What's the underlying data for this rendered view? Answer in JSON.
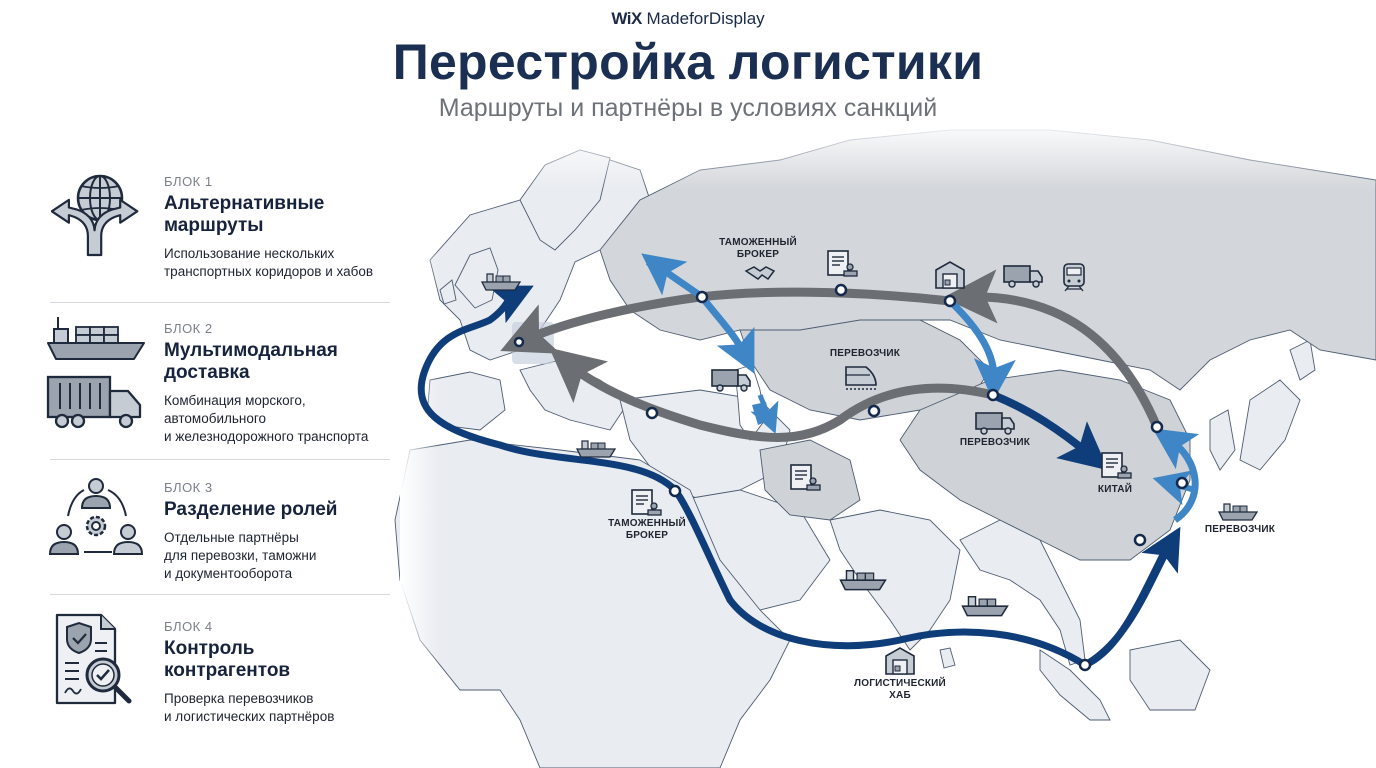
{
  "header": {
    "brand_wix": "WiX",
    "brand_rest": "MadeforDisplay",
    "title": "Перестройка логистики",
    "subtitle": "Маршруты и партнёры в условиях санкций"
  },
  "sidebar": {
    "blocks": [
      {
        "label": "БЛОК 1",
        "heading_line1": "Альтернативные",
        "heading_line2": "маршруты",
        "desc_line1": "Использование нескольких",
        "desc_line2": "транспортных коридоров и хабов",
        "icon": "globe-split-arrows-icon"
      },
      {
        "label": "БЛОК 2",
        "heading_line1": "Мультимодальная",
        "heading_line2": "доставка",
        "desc_line1": "Комбинация морского,",
        "desc_line2": "автомобильного",
        "desc_line3": "и железнодорожного транспорта",
        "icon": "ship-truck-icon"
      },
      {
        "label": "БЛОК 3",
        "heading_line1": "Разделение ролей",
        "desc_line1": "Отдельные партнёры",
        "desc_line2": "для перевозки, таможни",
        "desc_line3": "и документооборота",
        "icon": "team-roles-gear-icon"
      },
      {
        "label": "БЛОК 4",
        "heading_line1": "Контроль",
        "heading_line2": "контрагентов",
        "desc_line1": "Проверка перевозчиков",
        "desc_line2": "и логистических партнёров",
        "icon": "document-inspection-icon"
      }
    ]
  },
  "map": {
    "labels": {
      "customs_broker_north": [
        "ТАМОЖЕННЫЙ",
        "БРОКЕР"
      ],
      "carrier_central": "ПЕРЕВОЗЧИК",
      "carrier_china_west": "ПЕРЕВОЗЧИК",
      "china": "КИТАЙ",
      "carrier_sea_east": "ПЕРЕВОЗЧИК",
      "customs_broker_suez": [
        "ТАМОЖЕННЫЙ",
        "БРОКЕР"
      ],
      "logistics_hub": [
        "ЛОГИСТИЧЕСКИЙ",
        "ХАБ"
      ]
    },
    "colors": {
      "land_russia": "#d3d6da",
      "land_light": "#e9ecf0",
      "border": "#4e5d72",
      "route_gray": "#6b6e72",
      "route_dark_blue": "#0f3d7a",
      "route_light_blue": "#3f86c6",
      "title": "#1b2f53"
    },
    "routes": [
      {
        "name": "northern-land-corridor",
        "color": "gray",
        "from": "China (north)",
        "to": "Western Europe"
      },
      {
        "name": "middle-corridor",
        "color": "gray",
        "from": "Western China",
        "to": "Central Europe"
      },
      {
        "name": "sea-route-suez",
        "color": "dark-blue",
        "from": "Southeast China",
        "to": "North Sea"
      },
      {
        "name": "central-asia-china",
        "color": "dark-blue",
        "from": "Kazakhstan",
        "to": "China"
      },
      {
        "name": "st-petersburg-black-sea",
        "color": "light-blue",
        "from": "St. Petersburg",
        "to": "Black Sea"
      },
      {
        "name": "siberia-kazakhstan",
        "color": "light-blue",
        "from": "Siberia",
        "to": "Kazakhstan"
      },
      {
        "name": "china-coast",
        "color": "light-blue",
        "from": "East China Sea",
        "to": "Yellow Sea"
      }
    ]
  }
}
